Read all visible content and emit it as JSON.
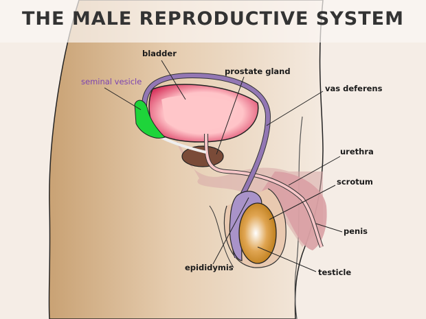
{
  "title": "The Male Reproductive System",
  "labels": {
    "bladder": "bladder",
    "prostate_gland": "prostate gland",
    "seminal_vesicle": "seminal vesicle",
    "vas_deferens": "vas deferens",
    "urethra": "urethra",
    "scrotum": "scrotum",
    "penis": "penis",
    "epididymis": "epididymis",
    "testicle": "testicle"
  },
  "colors": {
    "seminal_vesicle_label": "#7b42b0",
    "bladder": "#d9456b",
    "vas_deferens": "#8a6aa8",
    "testicle": "#c98a1e",
    "prostate": "#7a4b38",
    "seminal_vesicle": "#1ed43a"
  }
}
